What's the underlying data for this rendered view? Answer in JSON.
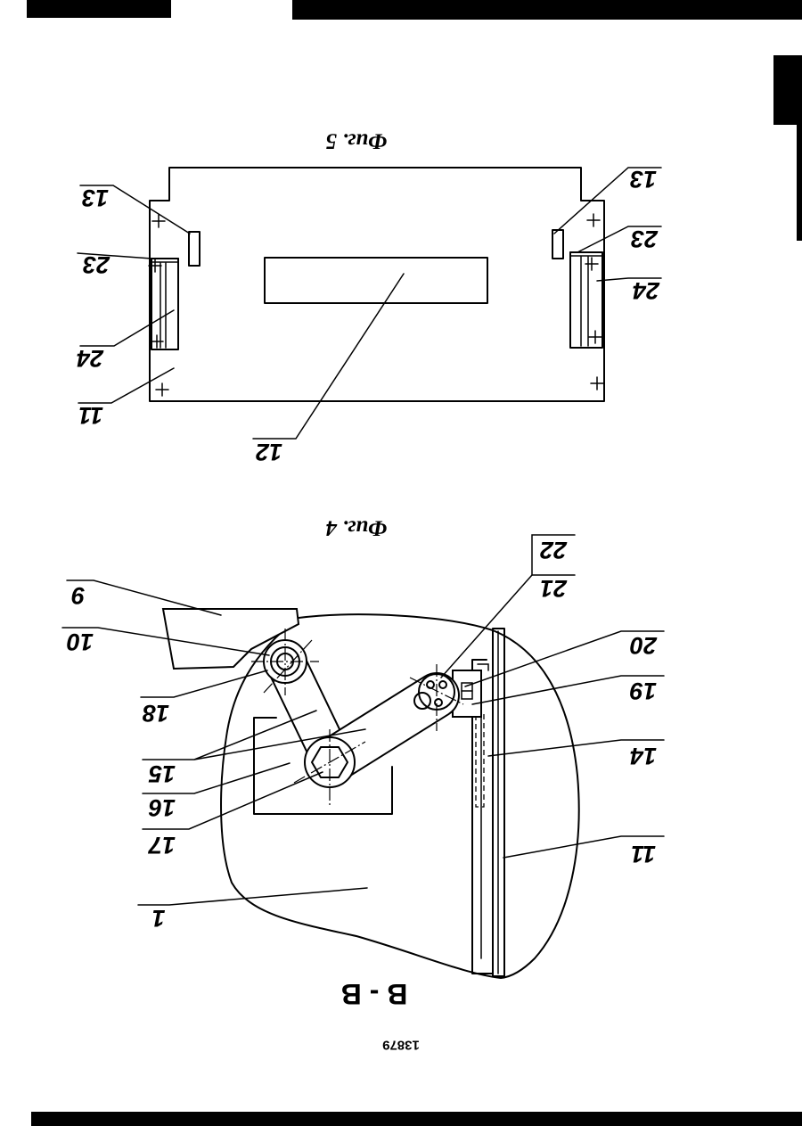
{
  "drawing": {
    "fig5_caption": "Фиг. 5",
    "fig4_caption": "Фиг. 4",
    "section_label": "В - В",
    "page_number": "13879"
  },
  "fig5": {
    "labels": [
      "13",
      "23",
      "24",
      "11",
      "12",
      "13",
      "23",
      "24"
    ]
  },
  "fig4": {
    "labels": [
      "9",
      "10",
      "18",
      "15",
      "16",
      "17",
      "1",
      "22",
      "21",
      "20",
      "19",
      "14",
      "11"
    ]
  },
  "colors": {
    "ink": "#000000",
    "paper": "#ffffff"
  }
}
